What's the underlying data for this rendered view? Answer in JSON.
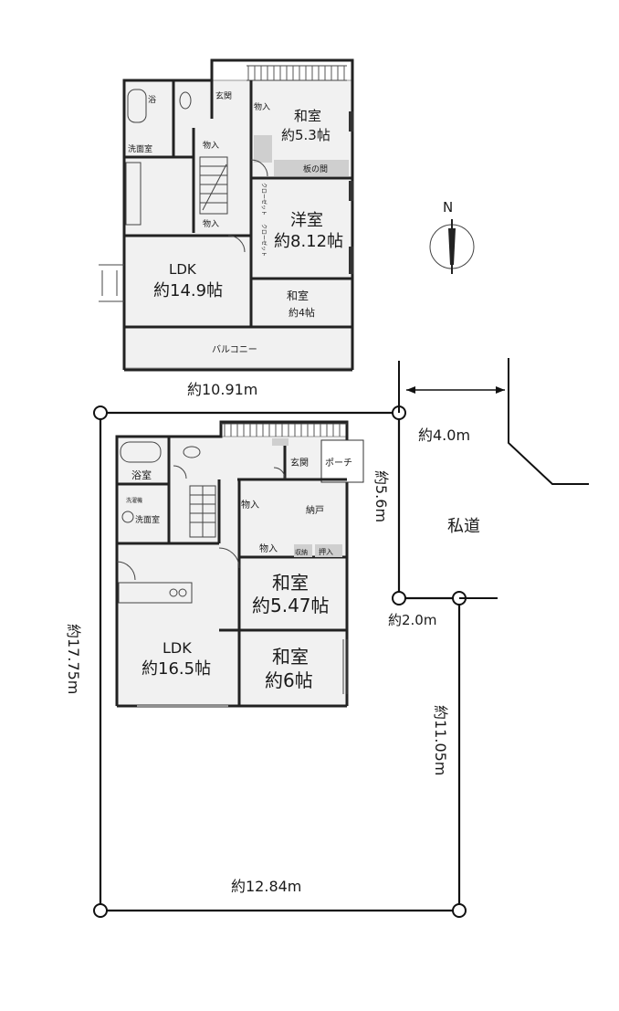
{
  "floor2": {
    "bath": "浴",
    "washroom": "洗面室",
    "toilet": "",
    "entrance": "玄関",
    "storage1": "物入",
    "storage2": "物入",
    "storage3": "物入",
    "japanese1_name": "和室",
    "japanese1_size": "約5.3帖",
    "board": "板の間",
    "western_name": "洋室",
    "western_size": "約8.12帖",
    "ldk_name": "LDK",
    "ldk_size": "約14.9帖",
    "japanese2_name": "和室",
    "japanese2_size": "約4帖",
    "balcony": "バルコニー",
    "closet1": "クローゼット",
    "closet2": "クローゼット"
  },
  "floor1": {
    "bath": "浴室",
    "washroom": "洗面室",
    "laundry": "洗濯機",
    "entrance": "玄関",
    "porch": "ポーチ",
    "storage1": "物入",
    "storage2": "物入",
    "nando": "納戸",
    "small1": "収納",
    "small2": "押入",
    "japanese1_name": "和室",
    "japanese1_size": "約5.47帖",
    "ldk_name": "LDK",
    "ldk_size": "約16.5帖",
    "japanese2_name": "和室",
    "japanese2_size": "約6帖"
  },
  "compass": {
    "label": "N"
  },
  "site": {
    "width_top": "約10.91m",
    "road_width": "約4.0m",
    "depth_right_upper": "約5.6m",
    "road_name": "私道",
    "setback": "約2.0m",
    "depth_left": "約17.75m",
    "depth_right_lower": "約11.05m",
    "width_bottom": "約12.84m"
  }
}
